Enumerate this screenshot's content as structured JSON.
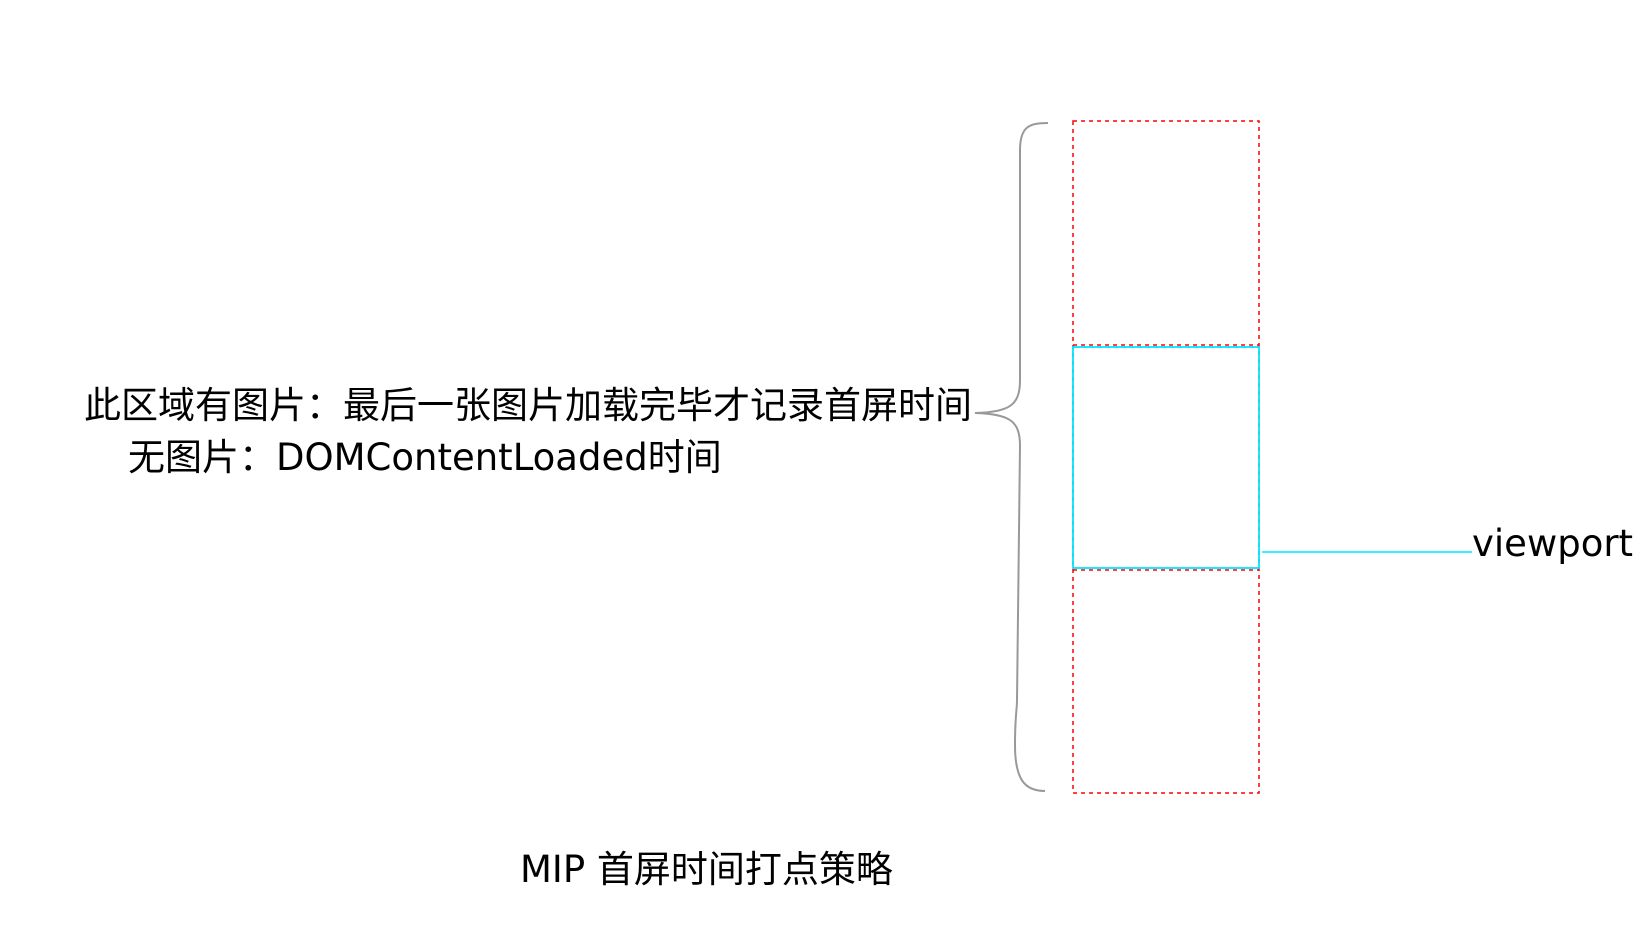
{
  "annotation": {
    "line1": "此区域有图片：最后一张图片加载完毕才记录首屏时间",
    "line2": "无图片：DOMContentLoaded时间"
  },
  "viewport": {
    "label": "viewport"
  },
  "caption": "MIP 首屏时间打点策略",
  "colors": {
    "page_outline": "#ff0000",
    "viewport_outline": "#00e5ff",
    "brace": "#999999",
    "text": "#000000"
  }
}
